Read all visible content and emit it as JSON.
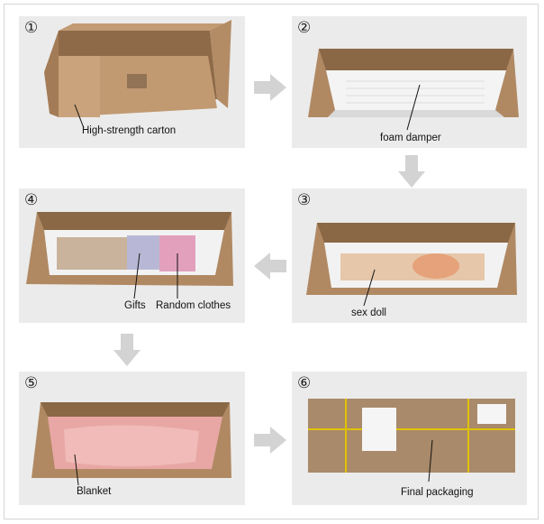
{
  "steps": [
    {
      "num": "①",
      "labels": [
        "High-strength carton"
      ]
    },
    {
      "num": "②",
      "labels": [
        "foam damper"
      ]
    },
    {
      "num": "③",
      "labels": [
        "sex doll"
      ]
    },
    {
      "num": "④",
      "labels": [
        "Gifts",
        "Random clothes"
      ]
    },
    {
      "num": "⑤",
      "labels": [
        "Blanket"
      ]
    },
    {
      "num": "⑥",
      "labels": [
        "Final packaging"
      ]
    }
  ],
  "colors": {
    "panel_bg": "#ebebeb",
    "carton": "#b08963",
    "arrow": "#d3d3d3",
    "blanket": "#e8a7a4"
  }
}
